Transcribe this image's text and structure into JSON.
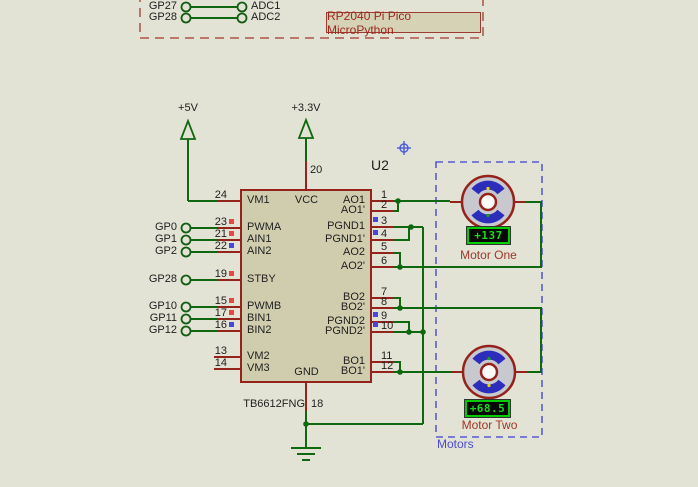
{
  "module_box": {
    "label": "RP2040 Pi Pico MicroPython",
    "rows": [
      {
        "gpio": "GP27",
        "signal": "ADC1"
      },
      {
        "gpio": "GP28",
        "signal": "ADC2"
      }
    ]
  },
  "power_rails": {
    "rail_5v": "+5V",
    "rail_3v3": "+3.3V"
  },
  "ic": {
    "designator": "U2",
    "part_number": "TB6612FNG",
    "top_pin": {
      "num": "20",
      "label": "VCC"
    },
    "bottom_pin": {
      "num": "18",
      "label": "GND"
    },
    "left_pins": [
      {
        "num": "24",
        "label": "VM1",
        "gpio": "",
        "square": ""
      },
      {
        "num": "23",
        "label": "PWMA",
        "gpio": "GP0",
        "square": "red"
      },
      {
        "num": "21",
        "label": "AIN1",
        "gpio": "GP1",
        "square": "red"
      },
      {
        "num": "22",
        "label": "AIN2",
        "gpio": "GP2",
        "square": "blue"
      },
      {
        "num": "19",
        "label": "STBY",
        "gpio": "GP28",
        "square": "red"
      },
      {
        "num": "15",
        "label": "PWMB",
        "gpio": "GP10",
        "square": "red"
      },
      {
        "num": "17",
        "label": "BIN1",
        "gpio": "GP11",
        "square": "red"
      },
      {
        "num": "16",
        "label": "BIN2",
        "gpio": "GP12",
        "square": "blue"
      },
      {
        "num": "13",
        "label": "VM2",
        "gpio": "",
        "square": ""
      },
      {
        "num": "14",
        "label": "VM3",
        "gpio": "",
        "square": ""
      }
    ],
    "right_pins": [
      {
        "num": "1",
        "label": "AO1",
        "square": ""
      },
      {
        "num": "2",
        "label": "AO1'",
        "square": ""
      },
      {
        "num": "3",
        "label": "PGND1",
        "square": "blue"
      },
      {
        "num": "4",
        "label": "PGND1'",
        "square": "blue"
      },
      {
        "num": "5",
        "label": "AO2",
        "square": ""
      },
      {
        "num": "6",
        "label": "AO2'",
        "square": ""
      },
      {
        "num": "7",
        "label": "BO2",
        "square": ""
      },
      {
        "num": "8",
        "label": "BO2'",
        "square": ""
      },
      {
        "num": "9",
        "label": "PGND2",
        "square": "blue"
      },
      {
        "num": "10",
        "label": "PGND2'",
        "square": "blue"
      },
      {
        "num": "11",
        "label": "BO1",
        "square": ""
      },
      {
        "num": "12",
        "label": "BO1'",
        "square": ""
      }
    ]
  },
  "motor_group": {
    "label": "Motors",
    "motors": [
      {
        "name": "Motor One",
        "reading": "+137"
      },
      {
        "name": "Motor Two",
        "reading": "+68.5"
      }
    ]
  },
  "icons": {
    "origin_marker": "crosshair",
    "ground": "ground-symbol",
    "power": "power-arrow"
  },
  "colors": {
    "background": "#e2e3d5",
    "wire_green": "#0f680f",
    "pin_red": "#94231c",
    "chip_fill": "#d0cdae",
    "accent_text": "#a0362a",
    "module_dash": "#b26a5c",
    "group_dash": "#5a5ad2",
    "display_green": "#00cc00",
    "square_red": "#e84545",
    "square_blue": "#4747e0"
  }
}
